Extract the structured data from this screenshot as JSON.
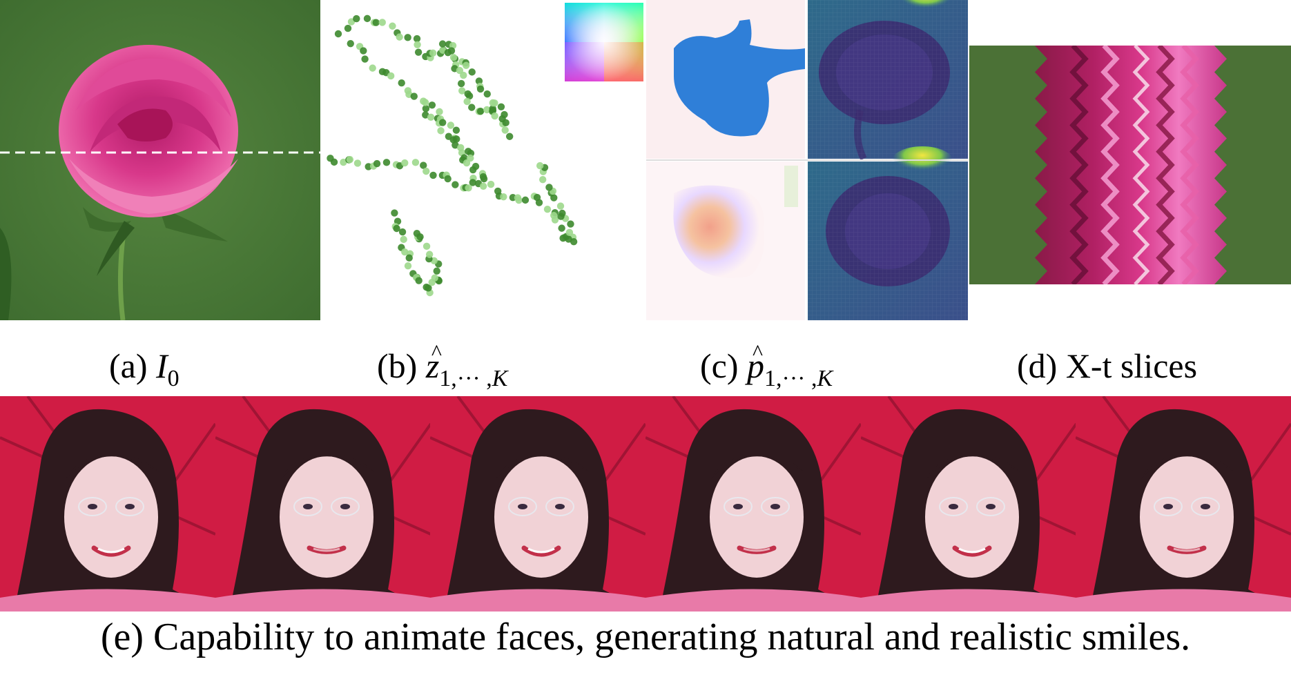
{
  "figure": {
    "panels": [
      {
        "id": "a",
        "label_prefix": "(a)",
        "symbol": "I",
        "subscript": "0"
      },
      {
        "id": "b",
        "label_prefix": "(b)",
        "symbol": "z",
        "subscript": "1,··· ,",
        "subscript_end": "K"
      },
      {
        "id": "c",
        "label_prefix": "(c)",
        "symbol": "p",
        "subscript": "1,··· ,",
        "subscript_end": "K"
      },
      {
        "id": "d",
        "label_prefix": "(d)",
        "text": "X-t slices"
      }
    ],
    "bottom_caption": "(e) Capability to animate faces, generating natural and realistic smiles.",
    "colors": {
      "rose_background": "#4a7a38",
      "rose_petal": "#d8388a",
      "trajectory_dark": "#3d8a2e",
      "trajectory_light": "#9dd88c",
      "flow_blue": "#2f7fd8",
      "heatmap_base": "#3a5a8c",
      "heatmap_dark": "#3b2a6e",
      "heatmap_yellow": "#f2e640",
      "face_background": "#d01c44"
    },
    "icons": [
      "rose-photo",
      "trajectory-scatter",
      "color-wheel",
      "flow-field",
      "heatmap",
      "xt-slice",
      "face-photo"
    ]
  }
}
